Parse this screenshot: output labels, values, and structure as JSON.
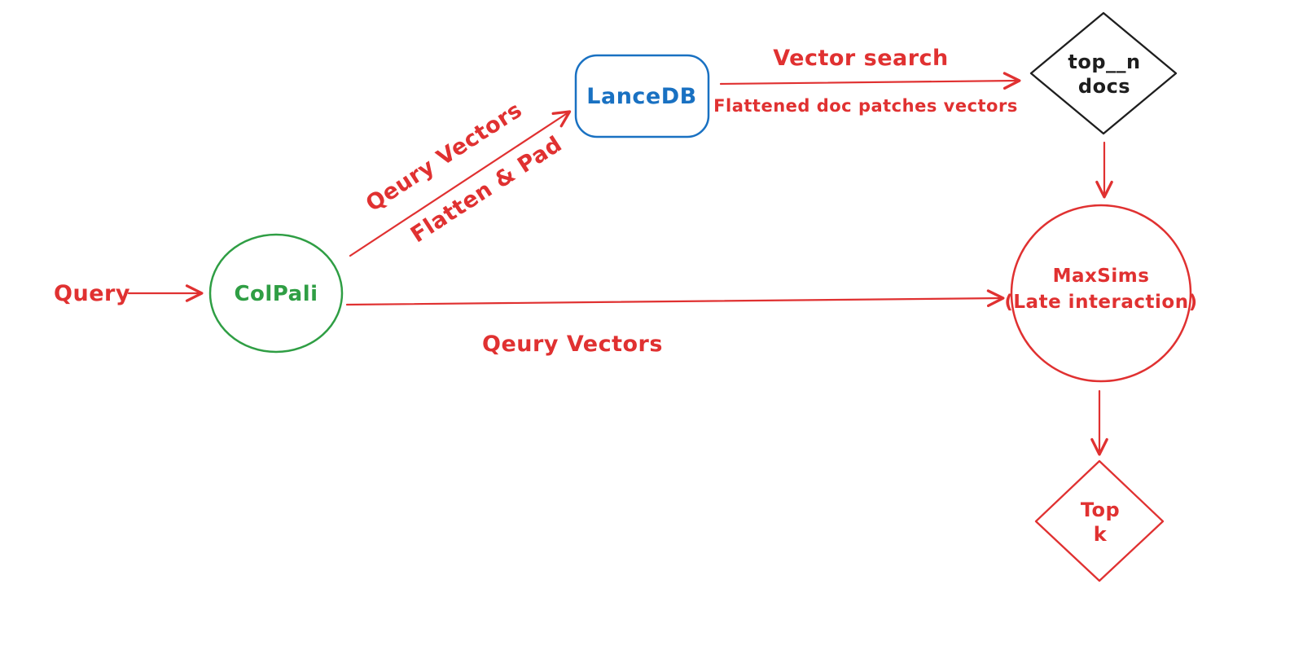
{
  "diagram": {
    "background": "#ffffff",
    "colors": {
      "red": "#e03131",
      "green": "#2f9e44",
      "blue": "#1971c2",
      "black": "#1e1e1e"
    },
    "nodes": {
      "query": {
        "label": "Query"
      },
      "colpali": {
        "label": "ColPali"
      },
      "lancedb": {
        "label": "LanceDB"
      },
      "top_n_docs": {
        "line1": "top__n",
        "line2": "docs"
      },
      "maxsims": {
        "line1": "MaxSims",
        "line2": "(Late interaction)"
      },
      "top_k": {
        "line1": "Top",
        "line2": "k"
      }
    },
    "edges": {
      "colpali_to_lancedb": {
        "label_above": "Qeury Vectors",
        "label_below": "Flatten & Pad"
      },
      "lancedb_to_topn": {
        "label_above": "Vector search",
        "label_below": "Flattened doc patches vectors"
      },
      "colpali_to_maxsims": {
        "label": "Qeury Vectors"
      }
    }
  }
}
